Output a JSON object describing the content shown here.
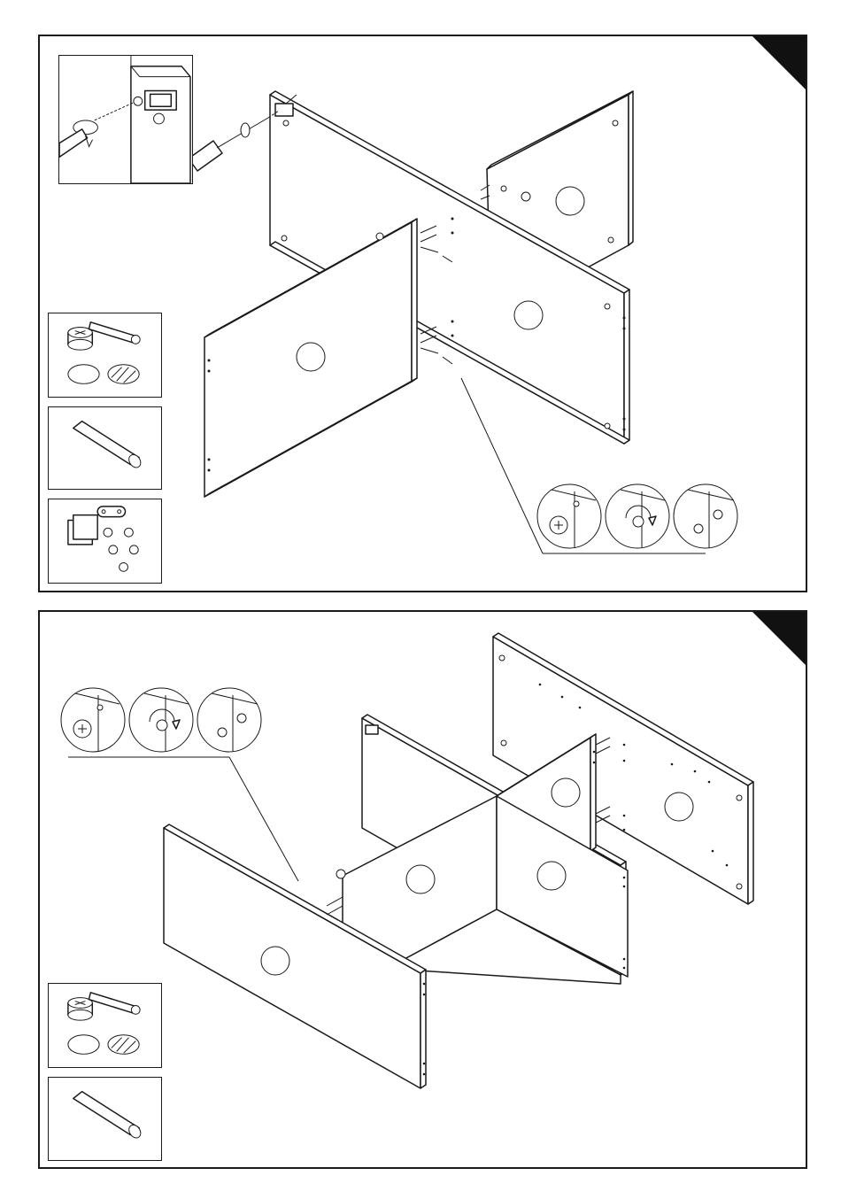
{
  "colors": {
    "line": "#1a1a1a",
    "background": "#ffffff",
    "corner_tab": "#111111"
  },
  "steps": [
    {
      "parts": [
        "cam-lock-fitting",
        "wooden-dowel",
        "magnetic-door-catch"
      ],
      "details": [
        "screwdriver-fixing-catch",
        "cam-lock-three-stage"
      ]
    },
    {
      "parts": [
        "cam-lock-fitting",
        "wooden-dowel"
      ],
      "details": [
        "cam-lock-three-stage"
      ]
    }
  ]
}
